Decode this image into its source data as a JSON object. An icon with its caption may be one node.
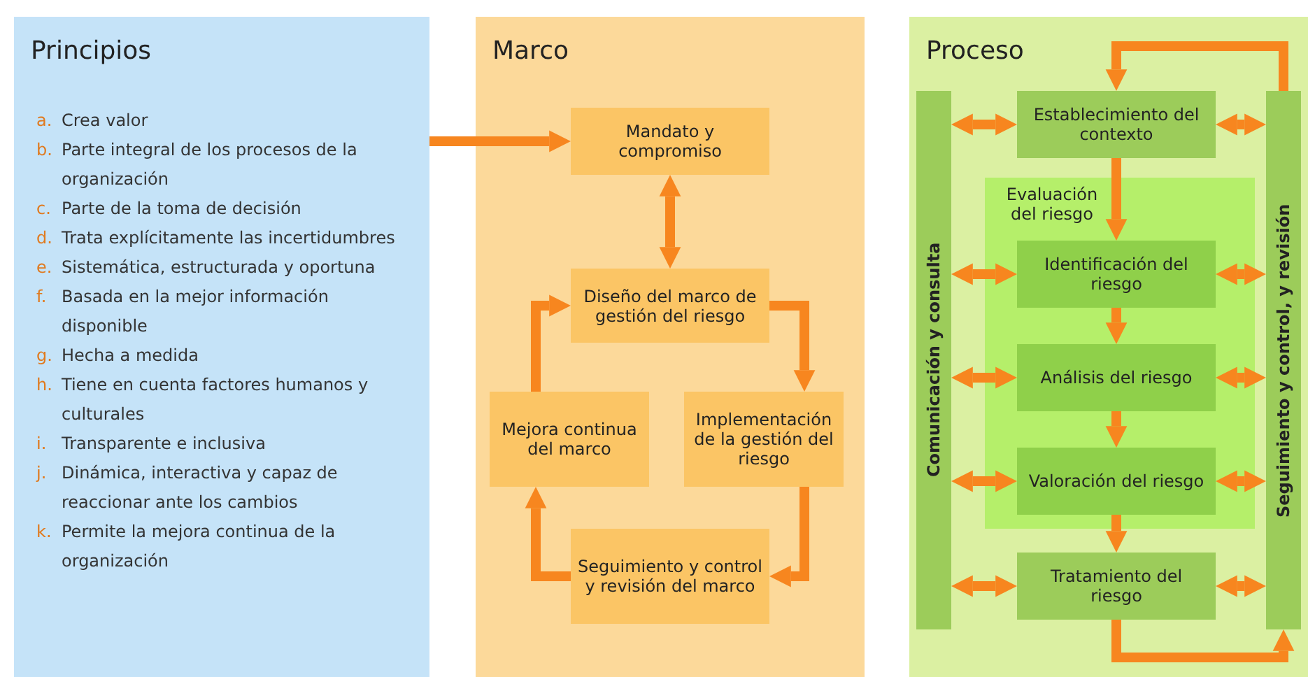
{
  "diagram": {
    "nodes": [
      {
        "text": [
          "Principios",
          "a. Crea valor",
          "b. Parte integral de los procesos de la organización",
          "c. Parte de la toma de decisión",
          "d. Trata explícitamente las incertidumbres",
          "e. Sistemática, estructurada y oportuna",
          "f. Basada en la mejor información disponible",
          "g. Hecha a medida",
          "h. Tiene en cuenta factores humanos y culturales",
          "i. Transparente e inclusiva",
          "j. Dinámica, interactiva y capaz de reaccionar ante los cambios",
          "k. Permite la mejora continua de la organización"
        ]
      },
      {
        "text": [
          "Marco"
        ]
      },
      {
        "text": [
          "Mandato y compromiso"
        ],
        "in": 1
      },
      {
        "text": [
          "Diseño del marco de gestión del riesgo"
        ],
        "in": 1
      },
      {
        "text": [
          "Mejora continua del marco"
        ],
        "in": 1
      },
      {
        "text": [
          "Implementación de la gestión del riesgo"
        ],
        "in": 1
      },
      {
        "text": [
          "Seguimiento y control y revisión del marco"
        ],
        "in": 1
      },
      {
        "text": [
          "Proceso"
        ]
      },
      {
        "text": [
          "Comunicación y consulta"
        ],
        "in": 7
      },
      {
        "text": [
          "Establecimiento del contexto"
        ],
        "in": 7
      },
      {
        "text": [
          "Evaluación del riesgo"
        ],
        "in": 7
      },
      {
        "text": [
          "Identificación del riesgo"
        ],
        "in": 10
      },
      {
        "text": [
          "Análisis del riesgo"
        ],
        "in": 10
      },
      {
        "text": [
          "Valoración del riesgo"
        ],
        "in": 10
      },
      {
        "text": [
          "Tratamiento del riesgo"
        ],
        "in": 7
      },
      {
        "text": [
          "Seguimiento y control, y revisión"
        ],
        "in": 7
      }
    ],
    "edges": [
      {
        "from": 0,
        "to": 2,
        "arrow": "to"
      },
      {
        "from": 2,
        "to": 3,
        "arrow": "both"
      },
      {
        "from": 3,
        "to": 5,
        "arrow": "to"
      },
      {
        "from": 5,
        "to": 6,
        "arrow": "to"
      },
      {
        "from": 6,
        "to": 4,
        "arrow": "to"
      },
      {
        "from": 4,
        "to": 3,
        "arrow": "to"
      },
      {
        "from": 15,
        "to": 9,
        "arrow": "to"
      },
      {
        "from": 8,
        "to": 9,
        "arrow": "both"
      },
      {
        "from": 9,
        "to": 15,
        "arrow": "both"
      },
      {
        "from": 9,
        "to": 11,
        "arrow": "to"
      },
      {
        "from": 8,
        "to": 11,
        "arrow": "both"
      },
      {
        "from": 11,
        "to": 15,
        "arrow": "both"
      },
      {
        "from": 11,
        "to": 12,
        "arrow": "to"
      },
      {
        "from": 8,
        "to": 12,
        "arrow": "both"
      },
      {
        "from": 12,
        "to": 15,
        "arrow": "both"
      },
      {
        "from": 12,
        "to": 13,
        "arrow": "to"
      },
      {
        "from": 8,
        "to": 13,
        "arrow": "both"
      },
      {
        "from": 13,
        "to": 15,
        "arrow": "both"
      },
      {
        "from": 13,
        "to": 14,
        "arrow": "to"
      },
      {
        "from": 8,
        "to": 14,
        "arrow": "both"
      },
      {
        "from": 14,
        "to": 15,
        "arrow": "both"
      },
      {
        "from": 14,
        "to": 15,
        "arrow": "to"
      }
    ]
  }
}
